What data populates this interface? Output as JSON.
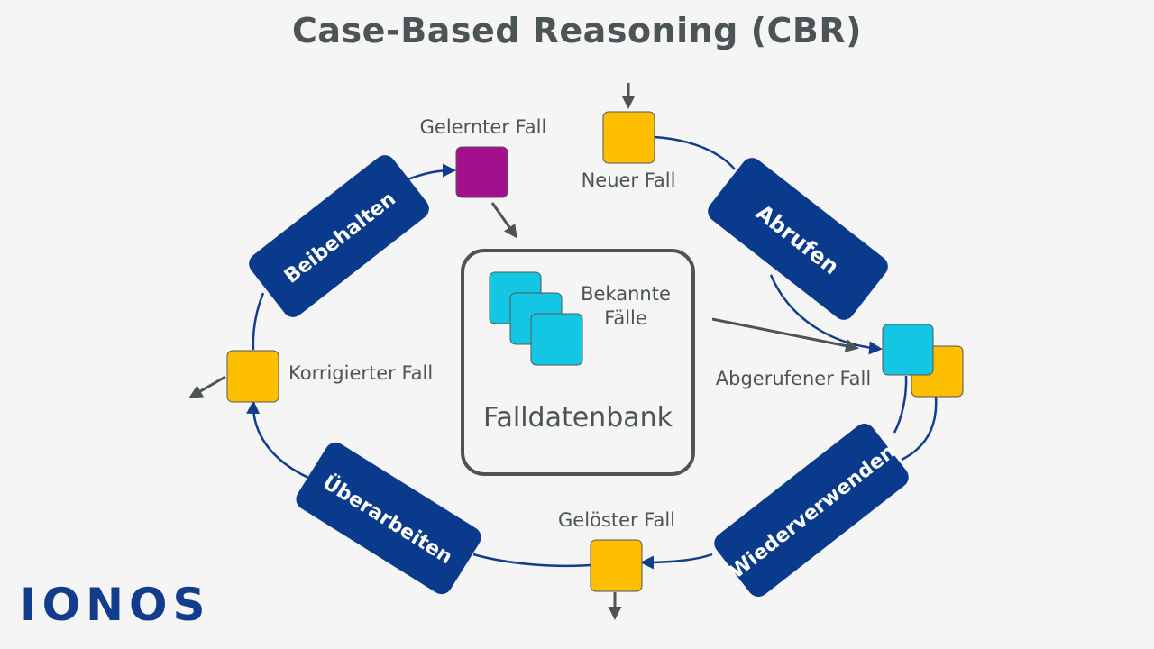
{
  "title": "Case-Based Reasoning (CBR)",
  "colors": {
    "step_box": "#0a3a8c",
    "case_yellow": "#fdbf00",
    "case_cyan": "#12c6e4",
    "case_purple": "#a2108e",
    "arrow_blue": "#123c8c",
    "arrow_gray": "#4d5456",
    "label_gray": "#4d5456",
    "database_border": "#4d5456"
  },
  "steps": {
    "abrufen": "Abrufen",
    "wiederverwenden": "Wiederverwenden",
    "ueberarbeiten": "Überarbeiten",
    "beibehalten": "Beibehalten"
  },
  "cases": {
    "neuer_fall": "Neuer Fall",
    "abgerufener_fall": "Abgerufener Fall",
    "geloester_fall": "Gelöster Fall",
    "korrigierter_fall": "Korrigierter Fall",
    "gelernter_fall": "Gelernter Fall"
  },
  "database": {
    "label": "Falldatenbank",
    "known_cases_line1": "Bekannte",
    "known_cases_line2": "Fälle"
  },
  "logo": "IONOS"
}
